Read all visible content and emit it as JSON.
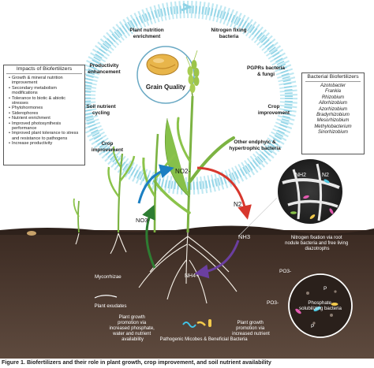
{
  "cycle_labels": [
    "Plant nutrition enrichment",
    "Nitrogen fixing bacteria",
    "PGPRs bacteria & fungi",
    "Crop improvement",
    "Other endphyic & hypertrophic bacteria",
    "Crop improvement",
    "Soil nutrient cycling",
    "Productivity enhancement"
  ],
  "center_label": "Grain Quality",
  "impacts": {
    "title": "Impacts of Biofertilizers",
    "items": [
      "Growth & mineral nutrition improvement",
      "Secondary metabolism modifications",
      "Tolerance to biotic & abiotic stresses",
      "Phytohormones",
      "Siderophores",
      "Nutrient enrichment",
      "Improved photosynthesis performance",
      "Improved plant tolerance to stress and resistance to pathogens",
      "Increase productivity"
    ]
  },
  "bacterial": {
    "title": "Bacterial Biofertilizers",
    "items": [
      "Azotobacter",
      "Frankia",
      "Rhizobium",
      "Allorhizobium",
      "Azorhizobium",
      "Bradyrhizobium",
      "Mesorhizobium",
      "Methylobacterium",
      "Sinorhizobium"
    ]
  },
  "chem": {
    "no2": "NO2-",
    "n2": "N2",
    "nh3": "NH3",
    "no3": "NO3-",
    "nh4": "NH4+",
    "nh2": "NH2",
    "n2_zoom": "N2",
    "po3_a": "PO3-",
    "po3_b": "PO3-",
    "p_a": "P",
    "p_b": "P"
  },
  "soil_labels": {
    "mycorrhizae": "Mycorrhizae",
    "exudates": "Plant exudates",
    "promotion_left": "Plant growth promotion via increased phosphate, water and nutrient availability",
    "promotion_right": "Plant growth promotion via increased nutrient",
    "pathogenic": "Pathogenic Micobes & Beneficial Bacteria",
    "nitrogen_fixation": "Nitrogen fixation via root nodule bacteria and free living diazotrophs",
    "phosphate": "Phosphate solubilizing bacteria"
  },
  "caption": "Figure 1. Biofertilizers and their role in plant growth, crop improvement, and soil nutrient availability",
  "colors": {
    "ring": "#8fd3e6",
    "soil_top": "#3b2a22",
    "soil_bottom": "#5a4438",
    "plant": "#7cb342",
    "arrow_red": "#d7372d",
    "arrow_blue": "#1b7fc2",
    "arrow_purple": "#6b3fa0",
    "arrow_green": "#2e7d32"
  }
}
